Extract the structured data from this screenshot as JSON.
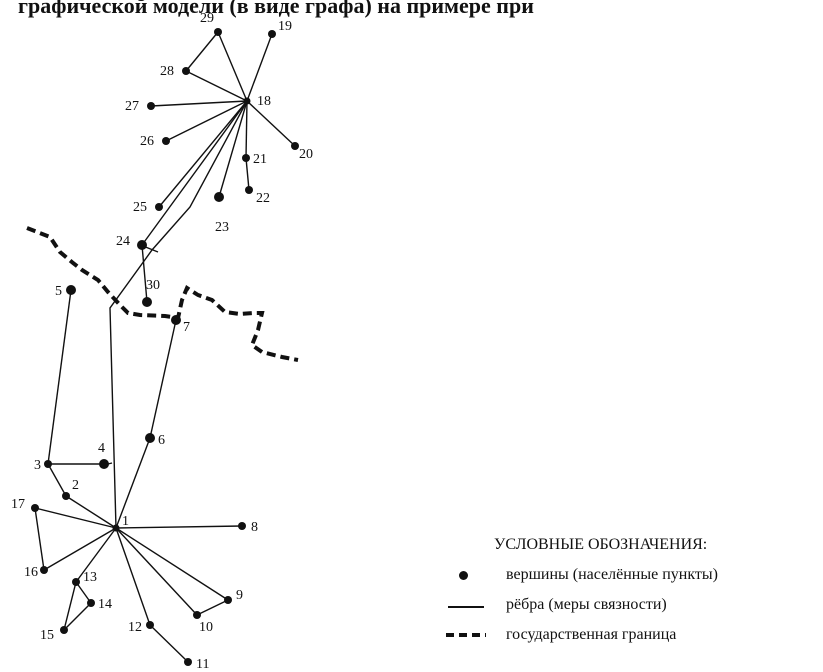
{
  "header_text": "графической модели (в виде графа) на примере при",
  "legend": {
    "title": "УСЛОВНЫЕ ОБОЗНАЧЕНИЯ:",
    "items": [
      {
        "symbol": "dot",
        "label": "вершины (населённые пункты)"
      },
      {
        "symbol": "line",
        "label": "рёбра (меры связности)"
      },
      {
        "symbol": "dashed-line",
        "label": "государственная граница"
      }
    ]
  },
  "nodes": [
    "1",
    "2",
    "3",
    "4",
    "5",
    "6",
    "7",
    "8",
    "9",
    "10",
    "11",
    "12",
    "13",
    "14",
    "15",
    "16",
    "17",
    "18",
    "19",
    "20",
    "21",
    "22",
    "23",
    "24",
    "25",
    "26",
    "27",
    "28",
    "29",
    "30"
  ],
  "edges": [
    [
      "1",
      "2"
    ],
    [
      "2",
      "3"
    ],
    [
      "3",
      "5"
    ],
    [
      "3",
      "4"
    ],
    [
      "1",
      "17"
    ],
    [
      "17",
      "16"
    ],
    [
      "16",
      "1"
    ],
    [
      "1",
      "13"
    ],
    [
      "13",
      "14"
    ],
    [
      "14",
      "15"
    ],
    [
      "15",
      "13"
    ],
    [
      "1",
      "12"
    ],
    [
      "12",
      "11"
    ],
    [
      "1",
      "10"
    ],
    [
      "10",
      "9"
    ],
    [
      "1",
      "9"
    ],
    [
      "1",
      "8"
    ],
    [
      "1",
      "6"
    ],
    [
      "6",
      "7"
    ],
    [
      "18",
      "29"
    ],
    [
      "29",
      "28"
    ],
    [
      "28",
      "18"
    ],
    [
      "18",
      "19"
    ],
    [
      "18",
      "27"
    ],
    [
      "18",
      "26"
    ],
    [
      "18",
      "20"
    ],
    [
      "18",
      "21"
    ],
    [
      "21",
      "22"
    ],
    [
      "18",
      "23"
    ],
    [
      "18",
      "25"
    ],
    [
      "18",
      "24"
    ],
    [
      "24",
      "30"
    ]
  ],
  "colors": {
    "ink": "#111111",
    "background": "#ffffff"
  }
}
